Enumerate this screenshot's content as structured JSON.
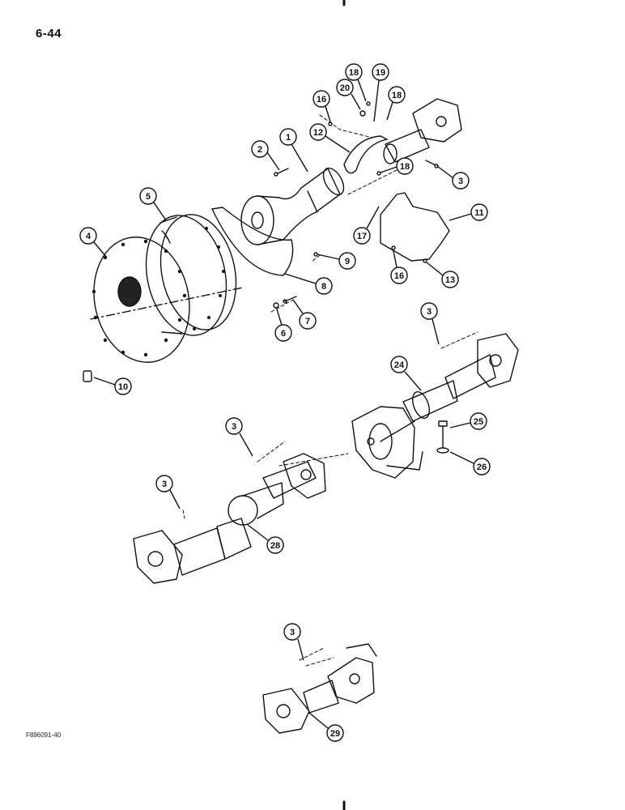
{
  "page": {
    "number": "6-44",
    "figure_code": "F896091-40"
  },
  "callouts": [
    "1",
    "2",
    "3",
    "3",
    "3",
    "3",
    "3",
    "4",
    "5",
    "6",
    "7",
    "8",
    "9",
    "10",
    "11",
    "12",
    "13",
    "16",
    "16",
    "17",
    "18",
    "18",
    "18",
    "19",
    "20",
    "24",
    "25",
    "26",
    "28",
    "29"
  ]
}
